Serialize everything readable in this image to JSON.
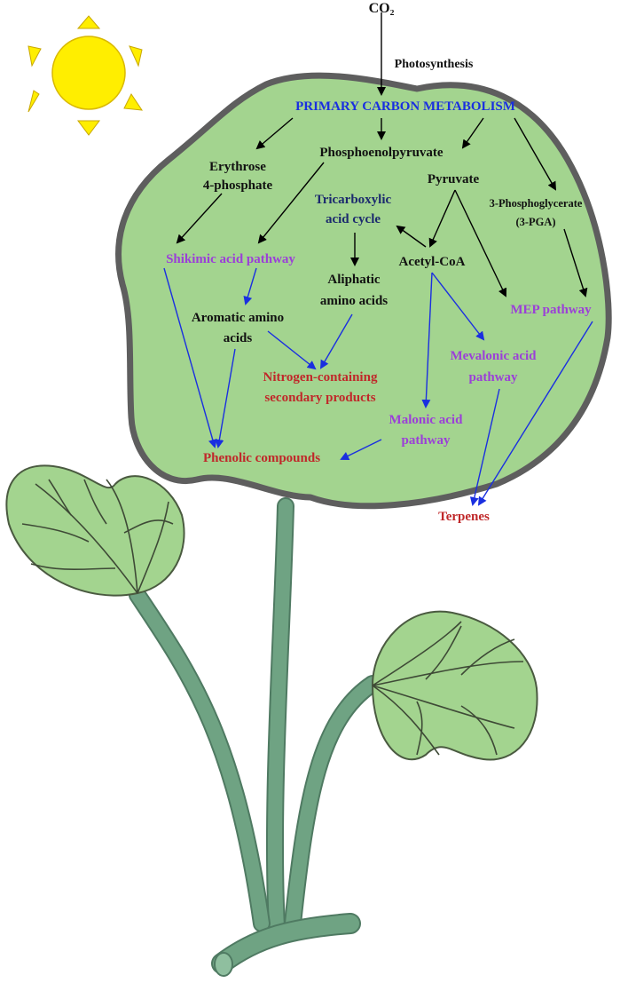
{
  "labels": {
    "co2": "CO₂",
    "photosynthesis": "Photosynthesis",
    "primary": "PRIMARY CARBON METABOLISM",
    "erythrose_1": "Erythrose",
    "erythrose_2": "4-phosphate",
    "pep": "Phosphoenolpyruvate",
    "pyruvate": "Pyruvate",
    "pga_1": "3-Phosphoglycerate",
    "pga_2": "(3-PGA)",
    "tca_1": "Tricarboxylic",
    "tca_2": "acid cycle",
    "shikimic": "Shikimic acid pathway",
    "acetyl": "Acetyl-CoA",
    "aliphatic_1": "Aliphatic",
    "aliphatic_2": "amino acids",
    "aromatic_1": "Aromatic amino",
    "aromatic_2": "acids",
    "mep": "MEP pathway",
    "mevalonic_1": "Mevalonic acid",
    "mevalonic_2": "pathway",
    "nitrogen_1": "Nitrogen-containing",
    "nitrogen_2": "secondary products",
    "malonic_1": "Malonic acid",
    "malonic_2": "pathway",
    "phenolic": "Phenolic compounds",
    "terpenes": "Terpenes"
  },
  "colors": {
    "leaf_fill": "#a3d48f",
    "leaf_border": "#5e5e5e",
    "sun": "#ffee00",
    "stem": "#6fa383",
    "black_text": "#111111",
    "blue_text": "#1a2fe0",
    "purple_text": "#9b3fd8",
    "red_text": "#c0282a"
  },
  "icons": [
    "sun-icon",
    "plant-stem-icon",
    "small-leaf-icon"
  ]
}
